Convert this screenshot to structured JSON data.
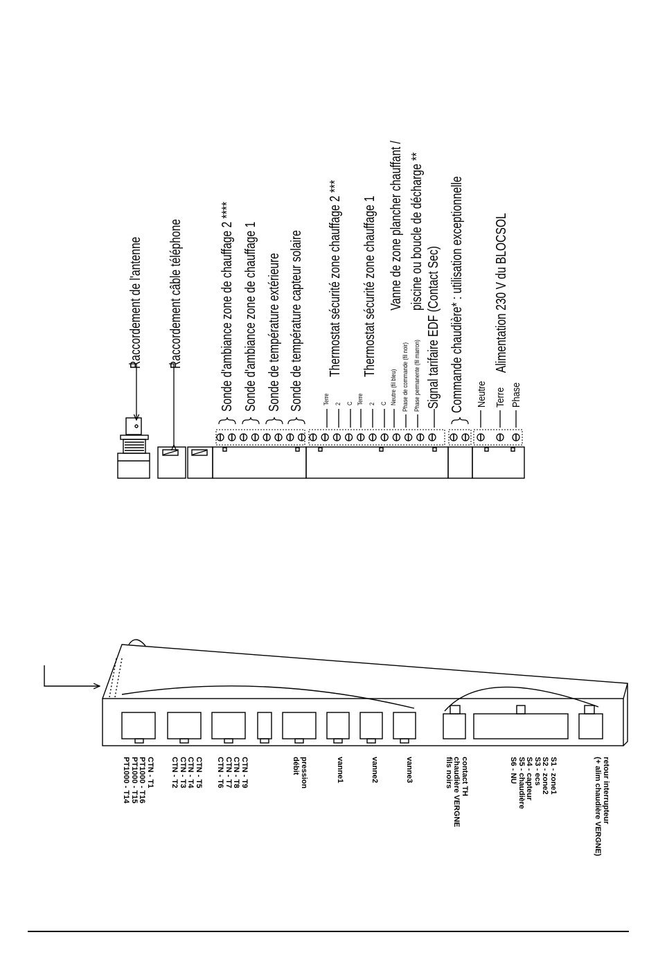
{
  "top_labels": {
    "antenne": "Raccordement de l'antenne",
    "telephone": "Raccordement câble téléphone",
    "sonde_zone2": "Sonde d'ambiance zone de chauffage 2 ****",
    "sonde_zone1": "Sonde d'ambiance zone de chauffage 1",
    "sonde_ext": "Sonde de température extérieure",
    "sonde_solaire": "Sonde de température capteur solaire",
    "thermo_zone2": "Thermostat sécurité zone chauffage 2 ***",
    "thermo_zone1": "Thermostat sécurité zone chauffage 1",
    "vanne_line1": "Vanne de zone plancher chauffant /",
    "vanne_line2": "piscine ou boucle de décharge **",
    "signal_edf": "Signal tarifaire EDF (Contact Sec)",
    "commande_chaudiere": "Commande chaudière* : utilisation exceptionnelle",
    "alimentation": "Alimentation 230 V du BLOCSOL"
  },
  "small_labels": {
    "terre_a": "Terre",
    "two_a": "2",
    "c_a": "C",
    "terre_b": "Terre",
    "two_b": "2",
    "c_b": "C",
    "neutre_fil_bleu": "Neutre (fil bleu)",
    "phase_commande": "Phase de commande (fil noir)",
    "phase_permanente": "Phase permanente (fil marron)"
  },
  "power_labels": {
    "neutre": "Neutre",
    "terre": "Terre",
    "phase": "Phase"
  },
  "bottom_labels": {
    "ctn_t1": "CTN - T1\nPT1000 - T16\nPT1000 - T15\nPT1000 - T14",
    "ctn_t2": "CTN - T5\nCTN - T4\nCTN - T3\nCTN - T2",
    "ctn_t9": "CTN - T9\nCTN - T8\nCTN - T7\nCTN - T6",
    "pression": "pression\ndébit",
    "vanne1": "vanne1",
    "vanne2": "vanne2",
    "vanne3": "vanne3",
    "contact_th": "contact TH\nchaudière VERGNE\nfils noirs",
    "sorties": "S1 - zone1\nS2 - zone2\nS3 - ecs\nS4 - capteur\nS5 - chaudière\nS6 - NU",
    "retour": "retour interrupteur\n(+ alim chaudière VERGNE)"
  },
  "colors": {
    "line": "#000000",
    "background": "#ffffff"
  }
}
